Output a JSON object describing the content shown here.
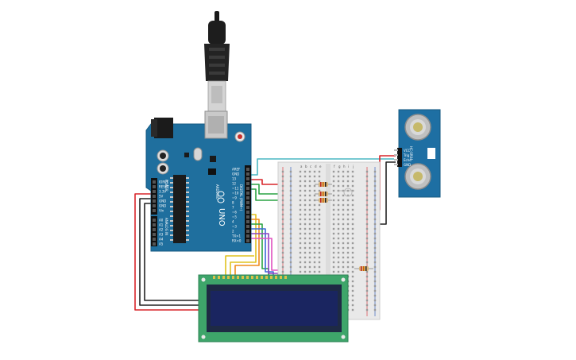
{
  "arduino": {
    "logo": "ARDUINO",
    "model": "UNO",
    "pins_digital": [
      "AREF",
      "GND",
      "13",
      "12",
      "~11",
      "~10",
      "~9",
      "8",
      "7",
      "~6",
      "~5",
      "4",
      "~3",
      "2",
      "TX>1",
      "RX<0"
    ],
    "header_digital": "DIGITAL (PWM~)",
    "pins_power": [
      "IOREF",
      "RESET",
      "3.3V",
      "5V",
      "GND",
      "GND",
      "Vin"
    ],
    "pins_analog": [
      "A0",
      "A1",
      "A2",
      "A3",
      "A4",
      "A5"
    ],
    "header_power": "POWER",
    "header_analog": "ANALOG IN"
  },
  "breadboard": {
    "col_letters_left": [
      "a",
      "b",
      "c",
      "d",
      "e"
    ],
    "col_letters_right": [
      "f",
      "g",
      "h",
      "i",
      "j"
    ]
  },
  "sensor": {
    "model": "HC-SR04",
    "pins": [
      "VCC",
      "Trig",
      "Echo",
      "GND"
    ]
  },
  "colors": {
    "arduino_board": "#1f6f9e",
    "lcd_board": "#3ea56a",
    "lcd_screen": "#1a2560",
    "sensor_board": "#1e6fa3",
    "wire_red": "#d9252a",
    "wire_black": "#222222",
    "wire_cyan": "#4ab7c3",
    "wire_green": "#2aa343",
    "wire_yellow": "#e0c21e",
    "wire_orange": "#ef8a1c",
    "wire_purple": "#8e44c2",
    "wire_pink": "#e052c0",
    "wire_blue": "#3a6ad6"
  }
}
